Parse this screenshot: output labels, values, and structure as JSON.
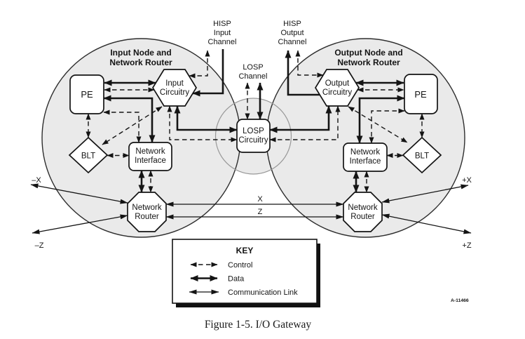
{
  "figure": {
    "caption": "Figure 1-5. I/O Gateway",
    "artifact_code": "A-11466"
  },
  "palette": {
    "node_circle_fill": "#eaeaea",
    "line_color": "#141414"
  },
  "channels": {
    "hisp_input": [
      "HISP",
      "Input",
      "Channel"
    ],
    "hisp_output": [
      "HISP",
      "Output",
      "Channel"
    ],
    "losp": [
      "LOSP",
      "Channel"
    ]
  },
  "input_node": {
    "title": [
      "Input Node and",
      "Network Router"
    ],
    "pe": "PE",
    "blt": "BLT",
    "circuitry": [
      "Input",
      "Circuitry"
    ],
    "interface": [
      "Network",
      "Interface"
    ],
    "router": [
      "Network",
      "Router"
    ]
  },
  "output_node": {
    "title": [
      "Output Node and",
      "Network Router"
    ],
    "pe": "PE",
    "blt": "BLT",
    "circuitry": [
      "Output",
      "Circuitry"
    ],
    "interface": [
      "Network",
      "Interface"
    ],
    "router": [
      "Network",
      "Router"
    ]
  },
  "center_node": {
    "losp_circuitry": [
      "LOSP",
      "Circuitry"
    ]
  },
  "axes": {
    "x": "X",
    "z": "Z",
    "neg_x": "–X",
    "neg_z": "–Z",
    "pos_x": "+X",
    "pos_z": "+Z"
  },
  "key": {
    "title": "KEY",
    "control": "Control",
    "data": "Data",
    "comm": "Communication Link"
  }
}
